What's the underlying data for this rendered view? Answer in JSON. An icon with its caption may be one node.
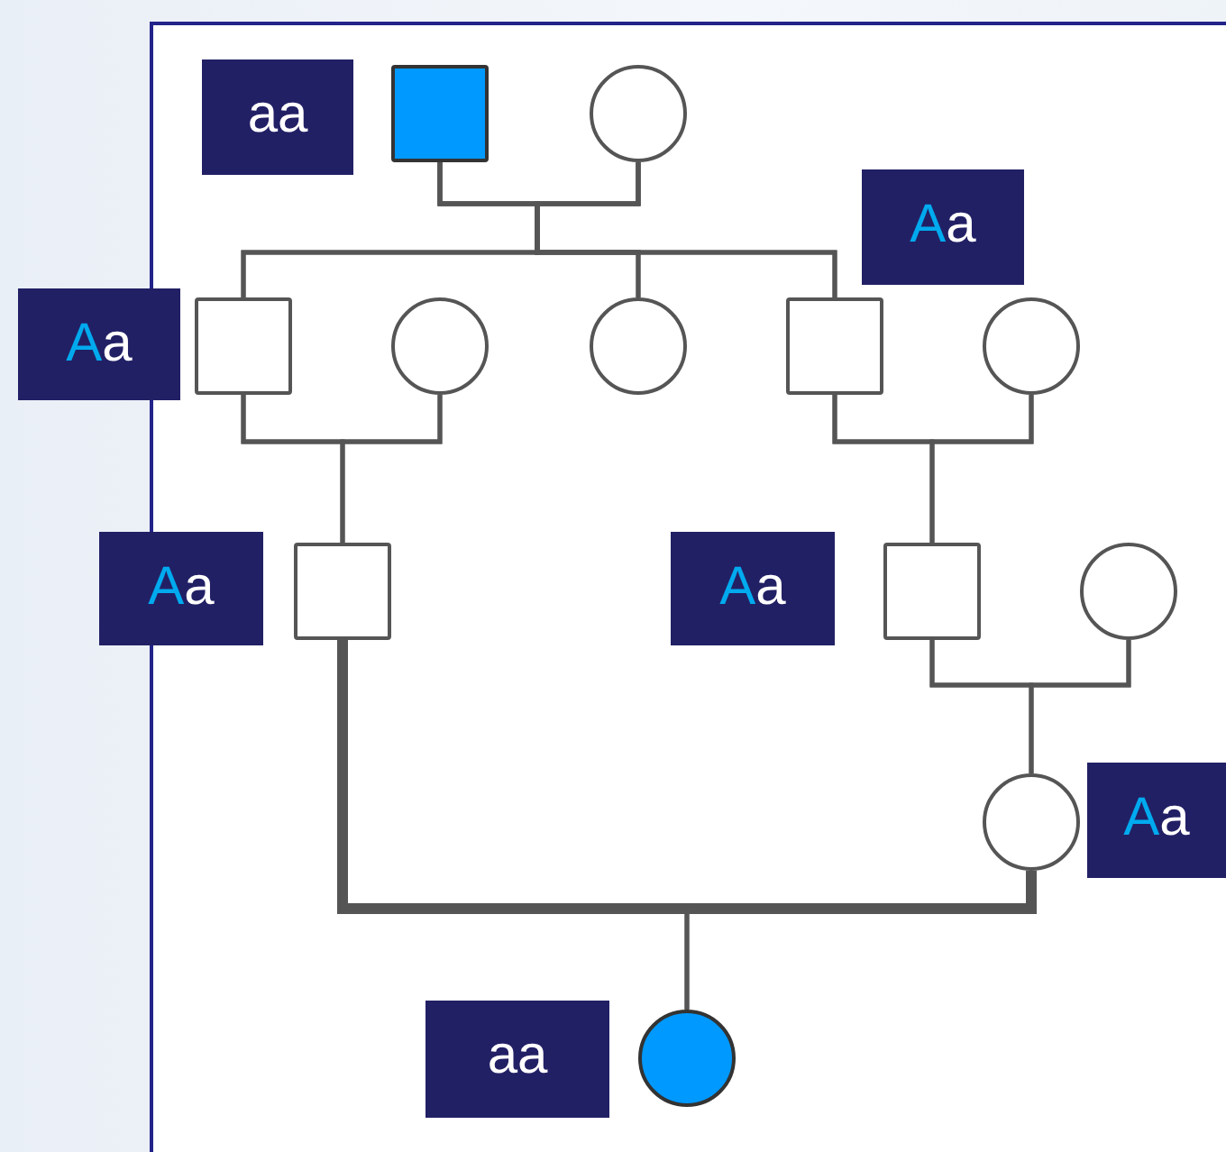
{
  "diagram": {
    "nodes": [
      {
        "text": [],
        "shape": "box",
        "beside": [
          "aa"
        ]
      },
      {
        "text": [],
        "shape": "circle"
      },
      {
        "text": [],
        "shape": "box",
        "beside": [
          "Aa"
        ]
      },
      {
        "text": [],
        "shape": "circle"
      },
      {
        "text": [],
        "shape": "circle"
      },
      {
        "text": [],
        "shape": "box",
        "beside": [
          "Aa"
        ]
      },
      {
        "text": [],
        "shape": "circle"
      },
      {
        "text": [],
        "shape": "box",
        "beside": [
          "Aa"
        ]
      },
      {
        "text": [],
        "shape": "box",
        "beside": [
          "Aa"
        ]
      },
      {
        "text": [],
        "shape": "circle"
      },
      {
        "text": [],
        "shape": "circle",
        "beside": [
          "Aa"
        ]
      },
      {
        "text": [],
        "shape": "circle",
        "beside": [
          "aa"
        ]
      }
    ],
    "edges": [
      {
        "from": 0,
        "to": 1,
        "arrow": "none"
      },
      {
        "from": 0,
        "to": 2,
        "arrow": "none"
      },
      {
        "from": 0,
        "to": 4,
        "arrow": "none"
      },
      {
        "from": 0,
        "to": 5,
        "arrow": "none"
      },
      {
        "from": 1,
        "to": 2,
        "arrow": "none"
      },
      {
        "from": 1,
        "to": 4,
        "arrow": "none"
      },
      {
        "from": 1,
        "to": 5,
        "arrow": "none"
      },
      {
        "from": 2,
        "to": 3,
        "arrow": "none"
      },
      {
        "from": 2,
        "to": 7,
        "arrow": "none"
      },
      {
        "from": 3,
        "to": 7,
        "arrow": "none"
      },
      {
        "from": 5,
        "to": 6,
        "arrow": "none"
      },
      {
        "from": 5,
        "to": 8,
        "arrow": "none"
      },
      {
        "from": 6,
        "to": 8,
        "arrow": "none"
      },
      {
        "from": 8,
        "to": 9,
        "arrow": "none"
      },
      {
        "from": 8,
        "to": 10,
        "arrow": "none"
      },
      {
        "from": 9,
        "to": 10,
        "arrow": "none"
      },
      {
        "from": 7,
        "to": 10,
        "arrow": "none",
        "style": "thick"
      },
      {
        "from": 7,
        "to": 11,
        "arrow": "none"
      },
      {
        "from": 10,
        "to": 11,
        "arrow": "none"
      }
    ]
  }
}
